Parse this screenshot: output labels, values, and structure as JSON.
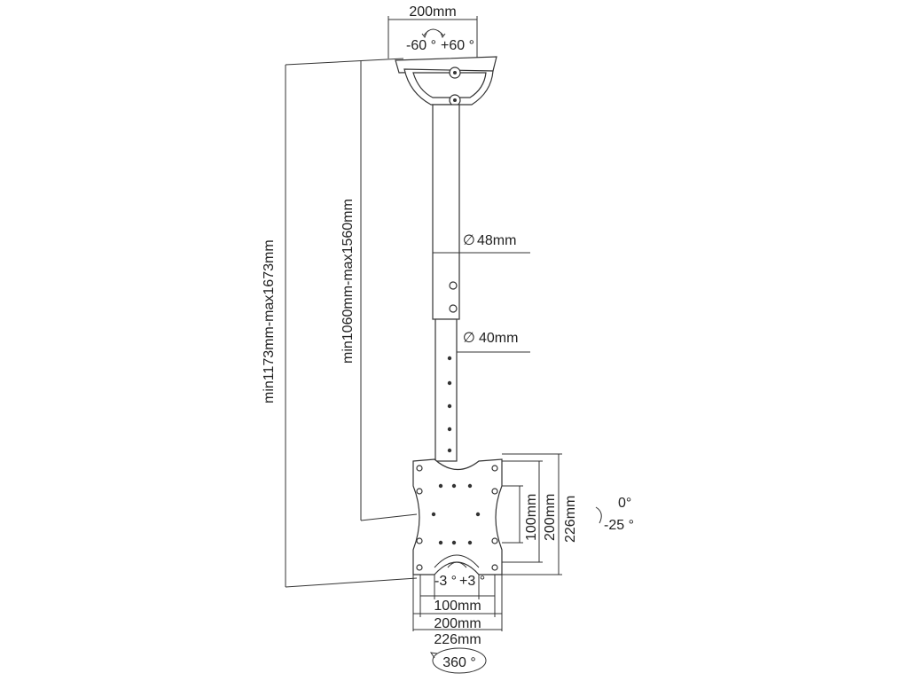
{
  "diagram": {
    "top_plate_width": "200mm",
    "top_tilt": [
      "-60 °",
      "+60 °"
    ],
    "tube_upper_diameter": "48mm",
    "tube_lower_diameter": "40mm",
    "total_height": "min1173mm-max1673mm",
    "pole_height": "min1060mm-max1560mm",
    "vesa_vertical": [
      "100mm",
      "200mm",
      "226mm"
    ],
    "tilt_angles": [
      "0°",
      "-25 °"
    ],
    "swivel": [
      "-3 °",
      "+3 °"
    ],
    "vesa_horizontal": [
      "100mm",
      "200mm",
      "226mm"
    ],
    "rotation": "360 °",
    "diameter_symbol": "∅"
  }
}
